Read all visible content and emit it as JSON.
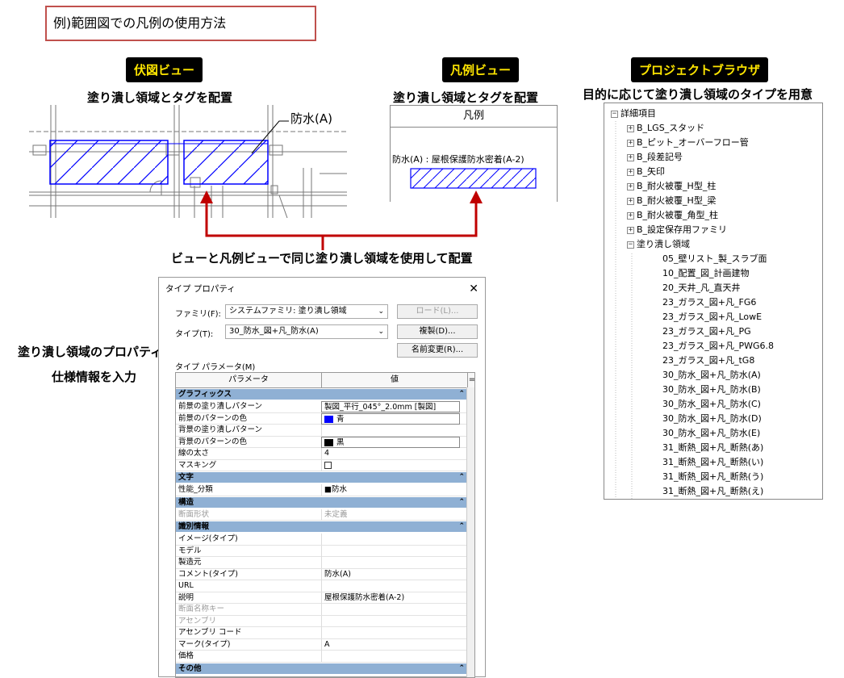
{
  "title": "例)範囲図での凡例の使用方法",
  "left_panel": {
    "badge": "伏図ビュー",
    "caption": "塗り潰し領域とタグを配置",
    "tag": "防水(A)"
  },
  "middle_panel": {
    "badge": "凡例ビュー",
    "caption": "塗り潰し領域とタグを配置",
    "legend_header": "凡例",
    "legend_label": "防水(A) : 屋根保護防水密着(A-2)"
  },
  "right_panel": {
    "badge": "プロジェクトブラウザ",
    "caption": "目的に応じて塗り潰し領域のタイプを用意",
    "tree": {
      "root": "詳細項目",
      "groups": [
        "B_LGS_スタッド",
        "B_ピット_オーバーフロー管",
        "B_段差記号",
        "B_矢印",
        "B_耐火被覆_H型_柱",
        "B_耐火被覆_H型_梁",
        "B_耐火被覆_角型_柱",
        "B_設定保存用ファミリ"
      ],
      "open_group": "塗り潰し領域",
      "items": [
        "05_壁リスト_製_スラブ面",
        "10_配置_図_計画建物",
        "20_天井_凡_直天井",
        "23_ガラス_図+凡_FG6",
        "23_ガラス_図+凡_LowE",
        "23_ガラス_図+凡_PG",
        "23_ガラス_図+凡_PWG6.8",
        "23_ガラス_図+凡_tG8",
        "30_防水_図+凡_防水(A)",
        "30_防水_図+凡_防水(B)",
        "30_防水_図+凡_防水(C)",
        "30_防水_図+凡_防水(D)",
        "30_防水_図+凡_防水(E)",
        "31_断熱_図+凡_断熱(あ)",
        "31_断熱_図+凡_断熱(い)",
        "31_断熱_図+凡_断熱(う)",
        "31_断熱_図+凡_断熱(え)"
      ]
    }
  },
  "connector_caption": "ビューと凡例ビューで同じ塗り潰し領域を使用して配置",
  "side_note": {
    "line1": "塗り潰し領域のプロパティで",
    "line2": "仕様情報を入力"
  },
  "dialog": {
    "title": "タイプ プロパティ",
    "close": "✕",
    "family_label": "ファミリ(F):",
    "family_value": "システムファミリ: 塗り潰し領域",
    "type_label": "タイプ(T):",
    "type_value": "30_防水_図+凡_防水(A)",
    "load_button": "ロード(L)...",
    "duplicate_button": "複製(D)...",
    "rename_button": "名前変更(R)...",
    "params_label": "タイプ パラメータ(M)",
    "col_param": "パラメータ",
    "col_value": "値",
    "col_eq": "=",
    "sections": {
      "graphics": "グラフィックス",
      "text": "文字",
      "structure": "構造",
      "identity": "識別情報",
      "other": "その他"
    },
    "rows": {
      "fg_pattern": {
        "k": "前景の塗り潰しパターン",
        "v": "製図_平行_045°_2.0mm [製図]"
      },
      "fg_color": {
        "k": "前景のパターンの色",
        "v": "青"
      },
      "bg_pattern": {
        "k": "背景の塗り潰しパターン",
        "v": ""
      },
      "bg_color": {
        "k": "背景のパターンの色",
        "v": "黒"
      },
      "line_weight": {
        "k": "線の太さ",
        "v": "4"
      },
      "masking": {
        "k": "マスキング",
        "v": ""
      },
      "perf_class": {
        "k": "性能_分類",
        "v": "■防水"
      },
      "section_shape": {
        "k": "断面形状",
        "v": "未定義"
      },
      "image": {
        "k": "イメージ(タイプ)",
        "v": ""
      },
      "model": {
        "k": "モデル",
        "v": ""
      },
      "manufacturer": {
        "k": "製造元",
        "v": ""
      },
      "comment": {
        "k": "コメント(タイプ)",
        "v": "防水(A)"
      },
      "url": {
        "k": "URL",
        "v": ""
      },
      "description": {
        "k": "説明",
        "v": "屋根保護防水密着(A-2)"
      },
      "section_key": {
        "k": "断面名称キー",
        "v": ""
      },
      "assembly": {
        "k": "アセンブリ",
        "v": ""
      },
      "assembly_code": {
        "k": "アセンブリ コード",
        "v": ""
      },
      "mark": {
        "k": "マーク(タイプ)",
        "v": "A"
      },
      "price": {
        "k": "価格",
        "v": ""
      }
    }
  },
  "colors": {
    "accent_red": "#c0504d",
    "arrow_red": "#c00000",
    "hatch_blue": "#0000ff",
    "section_blue": "#8fb0d4",
    "badge_yellow": "#ffe600"
  }
}
